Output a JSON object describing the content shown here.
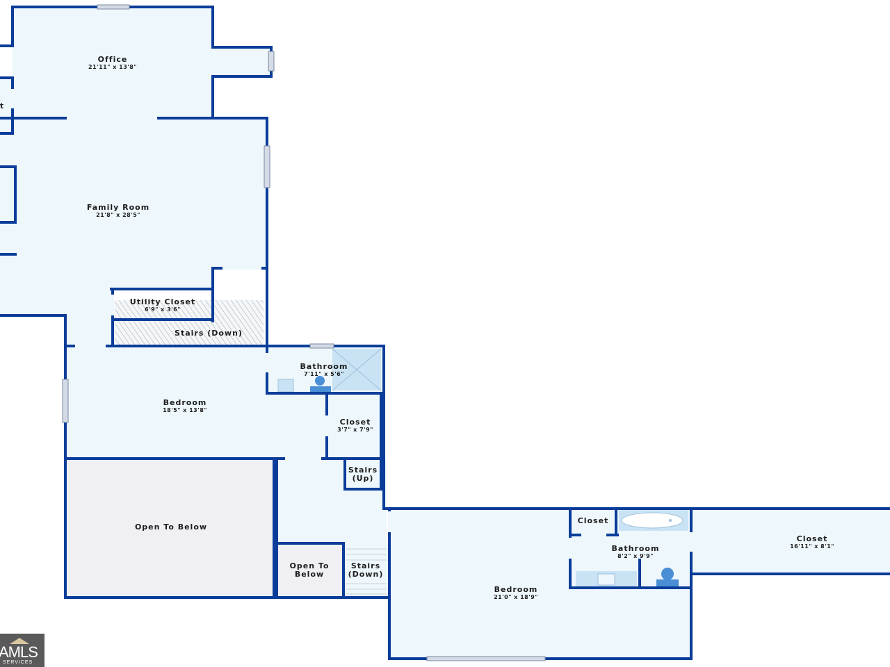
{
  "colors": {
    "wall": "#0a3d99",
    "room": "#eef7fc",
    "open_below": "#efeff4",
    "fixture": "#c9e3f5",
    "window": "#d4dbe6"
  },
  "rooms": {
    "office": {
      "name": "Office",
      "dim": "21'11\" x 13'8\""
    },
    "left_cut": {
      "name": "t"
    },
    "family_room": {
      "name": "Family Room",
      "dim": "21'8\" x 28'5\""
    },
    "utility_closet": {
      "name": "Utility Closet",
      "dim": "6'9\" x 3'6\""
    },
    "stairs_down_1": {
      "name": "Stairs (Down)"
    },
    "bathroom_1": {
      "name": "Bathroom",
      "dim": "7'11\" x 5'6\""
    },
    "bedroom_1": {
      "name": "Bedroom",
      "dim": "18'5\" x 13'8\""
    },
    "closet_1": {
      "name": "Closet",
      "dim": "3'7\" x 7'9\""
    },
    "stairs_up": {
      "name": "Stairs",
      "name2": "(Up)"
    },
    "open_below_1": {
      "name": "Open To Below"
    },
    "open_below_2": {
      "name": "Open To",
      "name2": "Below"
    },
    "stairs_down_2": {
      "name": "Stairs",
      "name2": "(Down)"
    },
    "closet_2": {
      "name": "Closet"
    },
    "bathroom_2": {
      "name": "Bathroom",
      "dim": "8'2\" x 9'9\""
    },
    "closet_3": {
      "name": "Closet",
      "dim": "16'11\" x 8'1\""
    },
    "bedroom_2": {
      "name": "Bedroom",
      "dim": "21'0\" x 18'9\""
    }
  },
  "logo": {
    "brand": "AMLS",
    "sub": "SERVICES"
  }
}
